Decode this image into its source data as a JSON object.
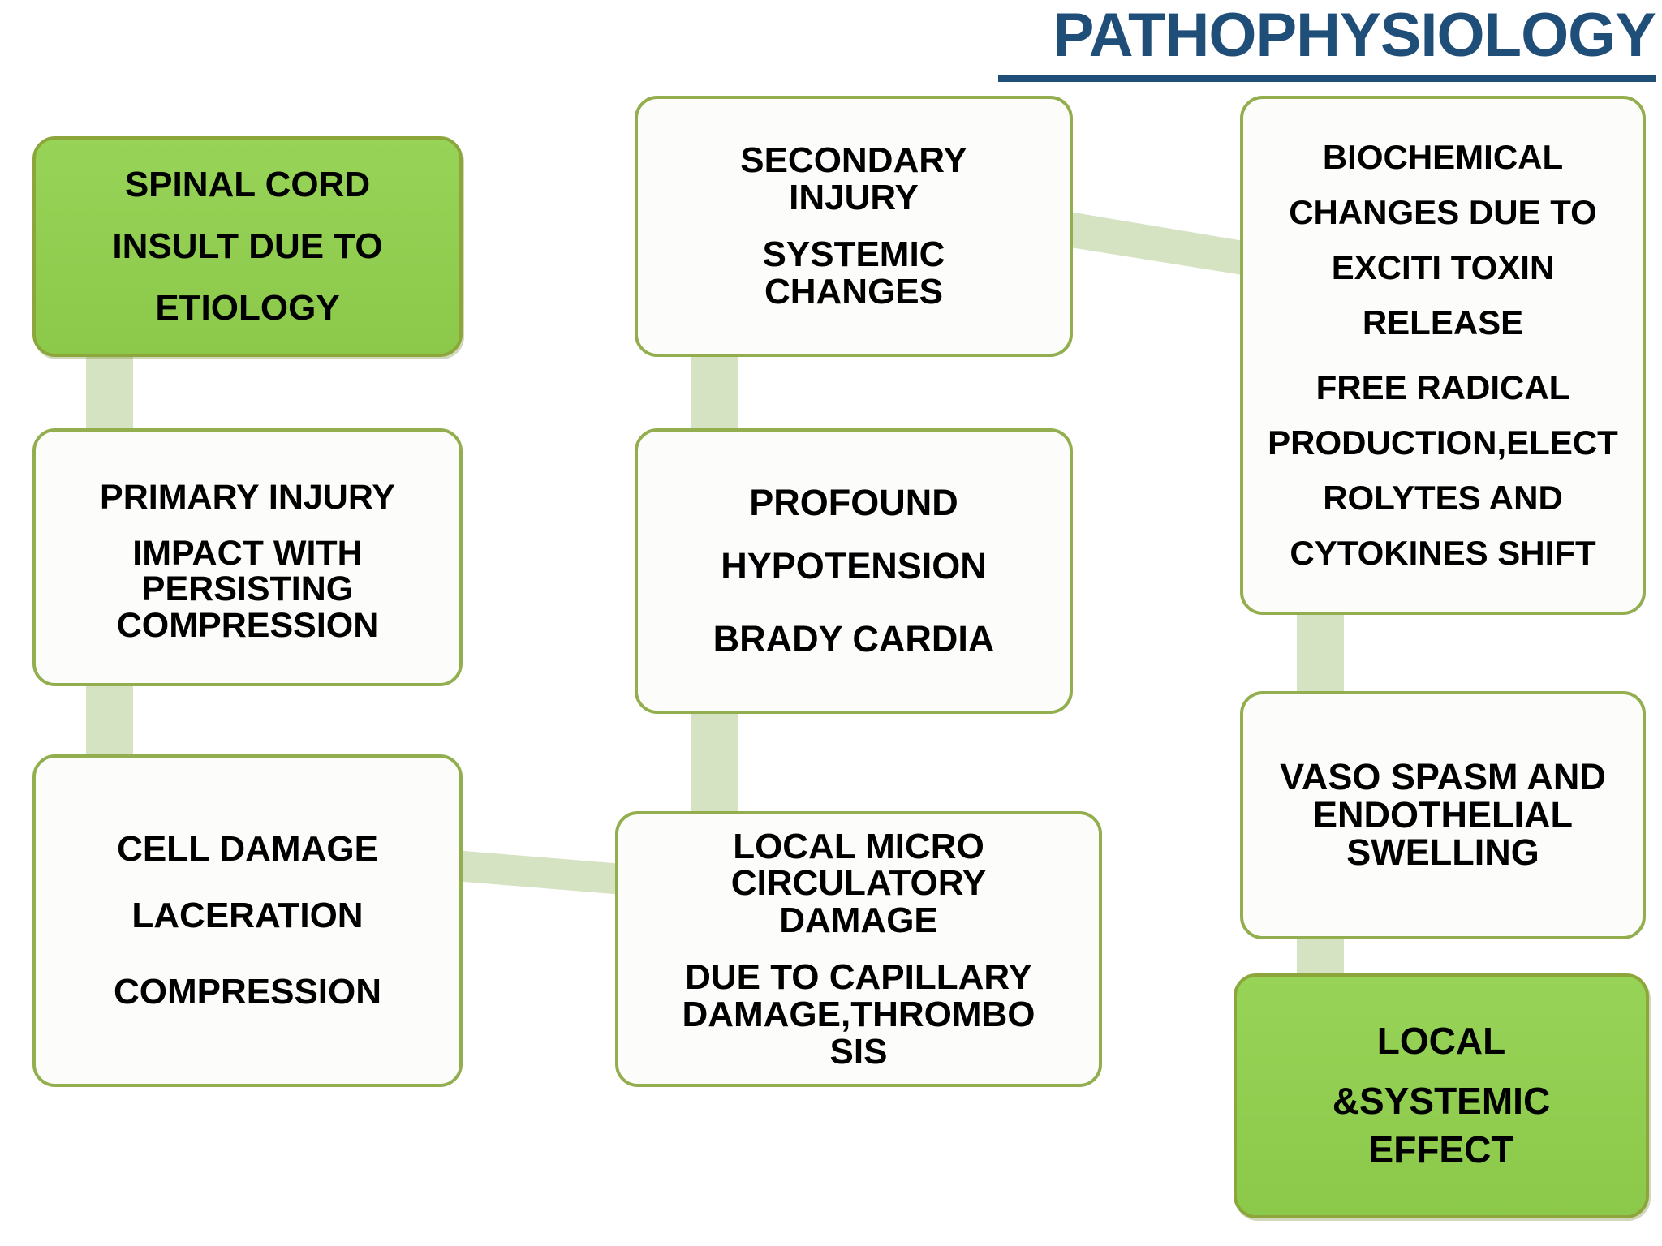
{
  "title": "PATHOPHYSIOLOGY",
  "colors": {
    "title": "#1F4E79",
    "box_fill_green": "#92D050",
    "box_border": "#92AE4E",
    "box_fill_white": "#FCFDFA",
    "connector": "#D6E3C3",
    "text": "#000000"
  },
  "boxes": {
    "spinal": {
      "line1": "SPINAL CORD",
      "line2": "INSULT DUE TO",
      "line3": "ETIOLOGY"
    },
    "primary": {
      "line1": "PRIMARY INJURY",
      "line2": "IMPACT WITH",
      "line3": "PERSISTING",
      "line4": "COMPRESSION"
    },
    "cell": {
      "line1": "CELL DAMAGE",
      "line2": "LACERATION",
      "line3": "COMPRESSION"
    },
    "secondary": {
      "line1": "SECONDARY",
      "line2": "INJURY",
      "line3": "SYSTEMIC",
      "line4": "CHANGES"
    },
    "profound": {
      "line1": "PROFOUND",
      "line2": "HYPOTENSION",
      "line3": "BRADY CARDIA"
    },
    "local_micro": {
      "line1": "LOCAL MICRO",
      "line2": "CIRCULATORY",
      "line3": "DAMAGE",
      "line4": "DUE TO CAPILLARY",
      "line5": "DAMAGE,THROMBO",
      "line6": "SIS"
    },
    "biochem": {
      "line1": "BIOCHEMICAL",
      "line2": "CHANGES DUE TO",
      "line3": "EXCITI TOXIN",
      "line4": "RELEASE",
      "line5": "FREE RADICAL",
      "line6": "PRODUCTION,ELECT",
      "line7": "ROLYTES AND",
      "line8": "CYTOKINES SHIFT"
    },
    "vaso": {
      "line1": "VASO SPASM AND",
      "line2": "ENDOTHELIAL",
      "line3": "SWELLING"
    },
    "local_effect": {
      "line1": "LOCAL",
      "line2": "&SYSTEMIC",
      "line3": "EFFECT"
    }
  },
  "connectors": [
    {
      "name": "spinal-to-primary",
      "orientation": "vertical"
    },
    {
      "name": "primary-to-cell",
      "orientation": "vertical"
    },
    {
      "name": "cell-to-local-micro",
      "orientation": "horizontal"
    },
    {
      "name": "secondary-to-profound",
      "orientation": "vertical"
    },
    {
      "name": "profound-to-local-micro",
      "orientation": "vertical"
    },
    {
      "name": "secondary-to-biochem",
      "orientation": "diagonal"
    },
    {
      "name": "biochem-to-vaso",
      "orientation": "vertical"
    },
    {
      "name": "vaso-to-local-effect",
      "orientation": "vertical"
    }
  ]
}
